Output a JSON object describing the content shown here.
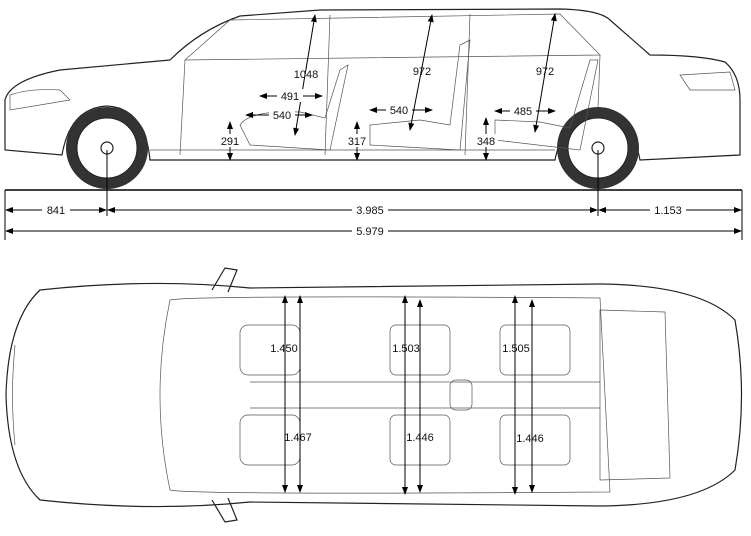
{
  "side_view": {
    "headroom": [
      "1048",
      "972",
      "972"
    ],
    "legroom_front": "491",
    "seat_depth": [
      "540",
      "540",
      "485"
    ],
    "seat_height": [
      "291",
      "317",
      "348"
    ],
    "front_overhang": "841",
    "wheelbase": "3.985",
    "rear_overhang": "1.153",
    "overall_length": "5.979"
  },
  "top_view": {
    "elbow_width": [
      "1.450",
      "1.503",
      "1.505"
    ],
    "shoulder_width": [
      "1.467",
      "1.446",
      "1.446"
    ]
  },
  "colors": {
    "line": "#222222",
    "background": "#ffffff"
  }
}
